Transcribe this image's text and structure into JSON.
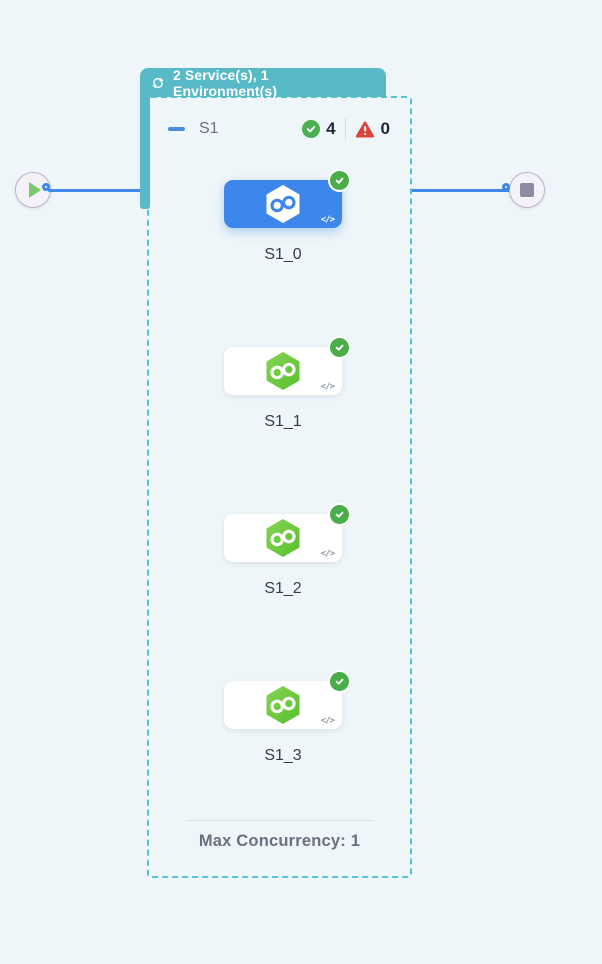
{
  "stage": {
    "badge_label": "2 Service(s), 1 Environment(s)",
    "name": "S1",
    "success_count": "4",
    "failed_count": "0",
    "max_concurrency_label": "Max Concurrency: 1"
  },
  "services": [
    {
      "label": "S1_0",
      "variant": "selected",
      "status": "success",
      "code_glyph": "</>"
    },
    {
      "label": "S1_1",
      "variant": "default",
      "status": "success",
      "code_glyph": "</>"
    },
    {
      "label": "S1_2",
      "variant": "default",
      "status": "success",
      "code_glyph": "</>"
    },
    {
      "label": "S1_3",
      "variant": "default",
      "status": "success",
      "code_glyph": "</>"
    }
  ],
  "icons": {
    "badge": "sync-loop-icon",
    "stage_collapse": "minus-icon",
    "success": "check-circle-icon",
    "failure": "warning-triangle-icon",
    "service": "infinity-hexagon-icon",
    "start_node": "play-icon",
    "end_node": "stop-icon",
    "code": "code-icon"
  },
  "colors": {
    "background": "#eef6f9",
    "teal_accent": "#58b9c7",
    "dashed_border": "#54c3d4",
    "edge_blue": "#3f88e8",
    "selected_card_blue": "#3d87ec",
    "service_green": "#6cc93c",
    "success_green": "#4caf50",
    "error_red": "#d9463e"
  }
}
